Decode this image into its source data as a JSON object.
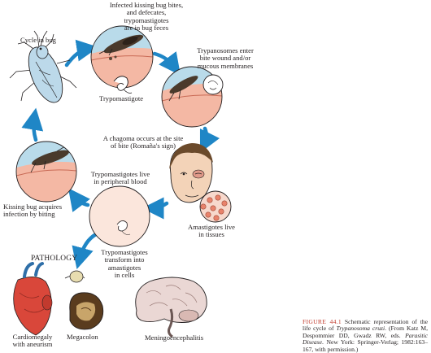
{
  "labels": {
    "cycle_in_bug": "Cycle in bug",
    "bite_line1": "Infected kissing bug bites,",
    "bite_line2": "and defecates,",
    "bite_line3": "trypomastigotes",
    "bite_line4": "are in bug feces",
    "enter_line1": "Trypanosomes enter",
    "enter_line2": "bite wound and/or",
    "enter_line3": "mucous membranes",
    "trypomastigote": "Trypomastigote",
    "chagoma_line1": "A chagoma occurs at the site",
    "chagoma_line2": "of  bite  (Romaña's sign)",
    "blood_line1": "Trypomastigotes live",
    "blood_line2": "in peripheral blood",
    "acquire_line1": "Kissing bug acquires",
    "acquire_line2": "infection by biting",
    "amast_line1": "Amastigotes live",
    "amast_line2": "in tissues",
    "transform_line1": "Trypomastigotes",
    "transform_line2": "transform into",
    "transform_line3": "amastigotes",
    "transform_line4": "in cells",
    "pathology": "PATHOLOGY",
    "cardio_line1": "Cardiomegaly",
    "cardio_line2": "with aneurism",
    "megacolon": "Megacolon",
    "mening": "Meningoencephalitis"
  },
  "caption": {
    "figure_label": "FIGURE 44.1",
    "text_1": " Schematic representation of the life cycle of ",
    "species": "Trypanosoma cruzi",
    "text_2": ". (From Katz M, Despommier DD, Gwadz RW, eds. ",
    "book": "Parasitic Disease",
    "text_3": ". New York: Springer-Verlag; 1982:163–167, with permission.)"
  },
  "colors": {
    "arrow": "#1f86c6",
    "skin": "#e8826b",
    "skin_light": "#f4b8a4",
    "sky": "#b9dbea",
    "tissue": "#f7d8cc",
    "caption_accent": "#c0392b"
  }
}
